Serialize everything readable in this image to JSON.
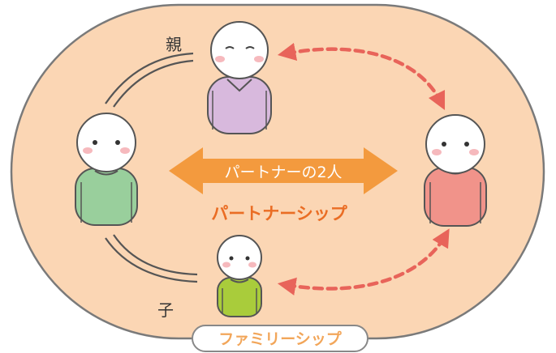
{
  "labels": {
    "parent": "親",
    "child": "子",
    "partner_pair": "パートナーの2人",
    "partnership": "パートナーシップ",
    "familyship": "ファミリーシップ"
  },
  "colors": {
    "background_oval": "#fbd6b4",
    "oval_border": "#7a7a7a",
    "partner_arrow": "#f39a3e",
    "partnership_text": "#ea6d24",
    "dashed_arrow": "#e8645a",
    "parent_shirt": "#d8b9dd",
    "left_adult_shirt": "#99cf9c",
    "child_shirt": "#a9cc3b",
    "right_adult_shirt": "#f1938a"
  }
}
